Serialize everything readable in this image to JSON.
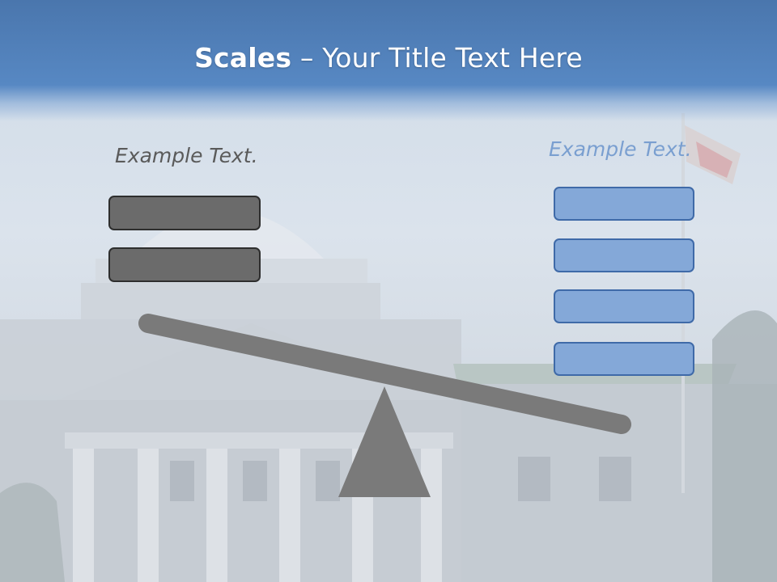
{
  "slide": {
    "title_bold": "Scales",
    "title_rest": " – Your Title Text Here",
    "left_label": "Example Text.",
    "right_label": "Example Text."
  },
  "colors": {
    "header": "#5788c3",
    "left_box_fill": "#6b6b6b",
    "left_box_border": "#2e2e2e",
    "right_box_fill": "#84a8d8",
    "right_box_border": "#3f6aa8",
    "beam": "#7a7a7a",
    "fulcrum": "#7a7a7a"
  },
  "icons": {
    "background": "capitol-building-photo",
    "scale": "seesaw-balance"
  }
}
